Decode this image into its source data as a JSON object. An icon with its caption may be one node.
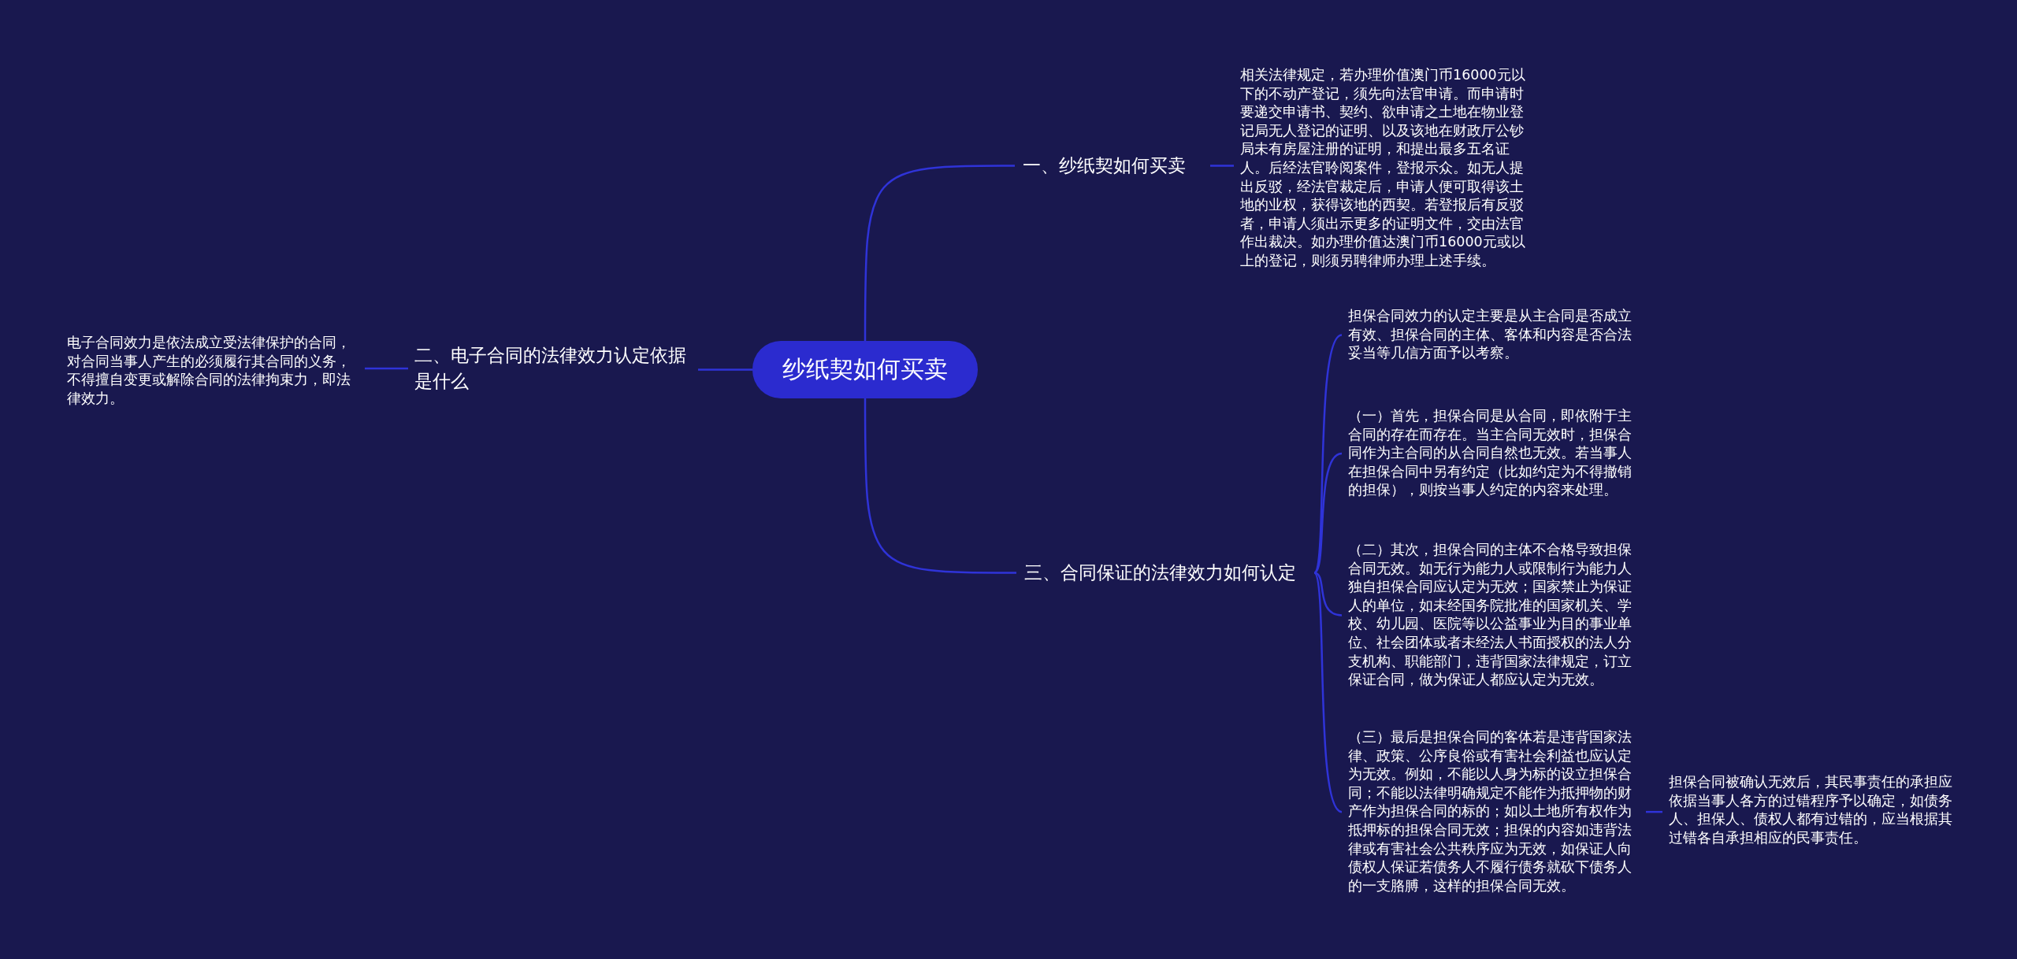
{
  "diagram": {
    "nodes": [
      {
        "text": [
          "纱纸契如何买卖"
        ]
      },
      {
        "text": [
          "一、纱纸契如何买卖"
        ]
      },
      {
        "text": [
          "相关法律规定，若办理价值澳门币16000元以下的不动产登记，须先向法官申请。而申请时要递交申请书、契约、欲申请之土地在物业登记局无人登记的证明、以及该地在财政厅公钞局未有房屋注册的证明，和提出最多五名证人。后经法官聆阅案件，登报示众。如无人提出反驳，经法官裁定后，申请人便可取得该土地的业权，获得该地的西契。若登报后有反驳者，申请人须出示更多的证明文件，交由法官作出裁决。如办理价值达澳门币16000元或以上的登记，则须另聘律师办理上述手续。"
        ]
      },
      {
        "text": [
          "二、电子合同的法律效力认定依据是什么"
        ]
      },
      {
        "text": [
          "电子合同效力是依法成立受法律保护的合同，对合同当事人产生的必须履行其合同的义务，不得擅自变更或解除合同的法律拘束力，即法律效力。"
        ]
      },
      {
        "text": [
          "三、合同保证的法律效力如何认定"
        ]
      },
      {
        "text": [
          "担保合同效力的认定主要是从主合同是否成立有效、担保合同的主体、客体和内容是否合法妥当等几信方面予以考察。"
        ]
      },
      {
        "text": [
          "（一）首先，担保合同是从合同，即依附于主合同的存在而存在。当主合同无效时，担保合同作为主合同的从合同自然也无效。若当事人在担保合同中另有约定（比如约定为不得撤销的担保），则按当事人约定的内容来处理。"
        ]
      },
      {
        "text": [
          "（二）其次，担保合同的主体不合格导致担保合同无效。如无行为能力人或限制行为能力人独自担保合同应认定为无效；国家禁止为保证人的单位，如未经国务院批准的国家机关、学校、幼儿园、医院等以公益事业为目的事业单位、社会团体或者未经法人书面授权的法人分支机构、职能部门，违背国家法律规定，订立保证合同，做为保证人都应认定为无效。"
        ]
      },
      {
        "text": [
          "（三）最后是担保合同的客体若是违背国家法律、政策、公序良俗或有害社会利益也应认定为无效。例如，不能以人身为标的设立担保合同；不能以法律明确规定不能作为抵押物的财产作为担保合同的标的；如以土地所有权作为抵押标的担保合同无效；担保的内容如违背法律或有害社会公共秩序应为无效，如保证人向债权人保证若债务人不履行债务就砍下债务人的一支胳膊，这样的担保合同无效。"
        ]
      },
      {
        "text": [
          "担保合同被确认无效后，其民事责任的承担应依据当事人各方的过错程序予以确定，如债务人、担保人、债权人都有过错的，应当根据其过错各自承担相应的民事责任。"
        ]
      }
    ],
    "edges": [
      {
        "from": 0,
        "to": 1,
        "arrow": "none"
      },
      {
        "from": 1,
        "to": 2,
        "arrow": "none"
      },
      {
        "from": 0,
        "to": 3,
        "arrow": "none"
      },
      {
        "from": 3,
        "to": 4,
        "arrow": "none"
      },
      {
        "from": 0,
        "to": 5,
        "arrow": "none"
      },
      {
        "from": 5,
        "to": 6,
        "arrow": "none"
      },
      {
        "from": 5,
        "to": 7,
        "arrow": "none"
      },
      {
        "from": 5,
        "to": 8,
        "arrow": "none"
      },
      {
        "from": 5,
        "to": 9,
        "arrow": "none"
      },
      {
        "from": 9,
        "to": 10,
        "arrow": "none"
      }
    ]
  }
}
